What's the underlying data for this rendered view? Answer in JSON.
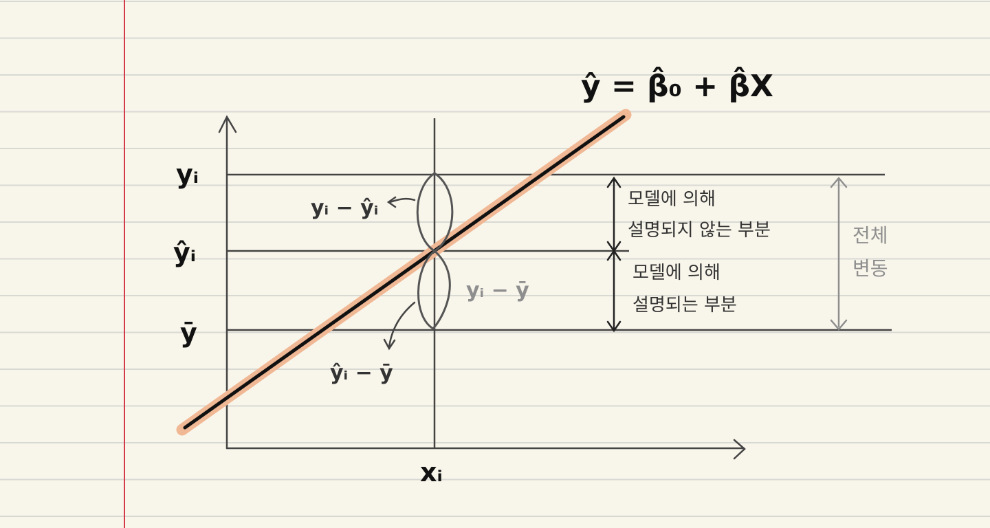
{
  "theme": {
    "paper": "#f8f5ea",
    "rule_line": "#d9d9d4",
    "margin_line": "#d63a4a",
    "ink": "#111111",
    "ink_gray": "#3d3d3d",
    "ink_light": "#8e8e8e",
    "highlight": "#f0b894"
  },
  "labels": {
    "equation": "ŷ = β̂₀ + β̂X",
    "y_i": "yᵢ",
    "y_hat_i": "ŷᵢ",
    "y_bar": "ȳ",
    "x_i": "xᵢ",
    "residual": "yᵢ − ŷᵢ",
    "total_deviation": "yᵢ − ȳ",
    "explained_deviation": "ŷᵢ − ȳ",
    "unexplained_line1": "모델에 의해",
    "unexplained_line2": "설명되지 않는 부분",
    "explained_line1": "모델에 의해",
    "explained_line2": "설명되는 부분",
    "total_line1": "전체",
    "total_line2": "변동"
  }
}
